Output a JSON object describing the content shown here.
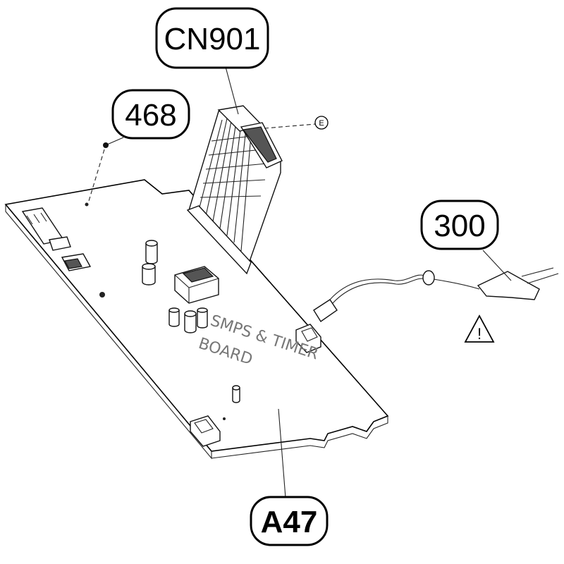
{
  "callouts": {
    "cn901": "CN901",
    "p468": "468",
    "p300": "300",
    "a47": "A47"
  },
  "board_label": {
    "line1": "SMPS & TIMER",
    "line2": "BOARD"
  },
  "e_marker": "E",
  "warning_symbol": "!",
  "colors": {
    "line": "#000000",
    "board_text": "#777777",
    "background": "#ffffff"
  }
}
